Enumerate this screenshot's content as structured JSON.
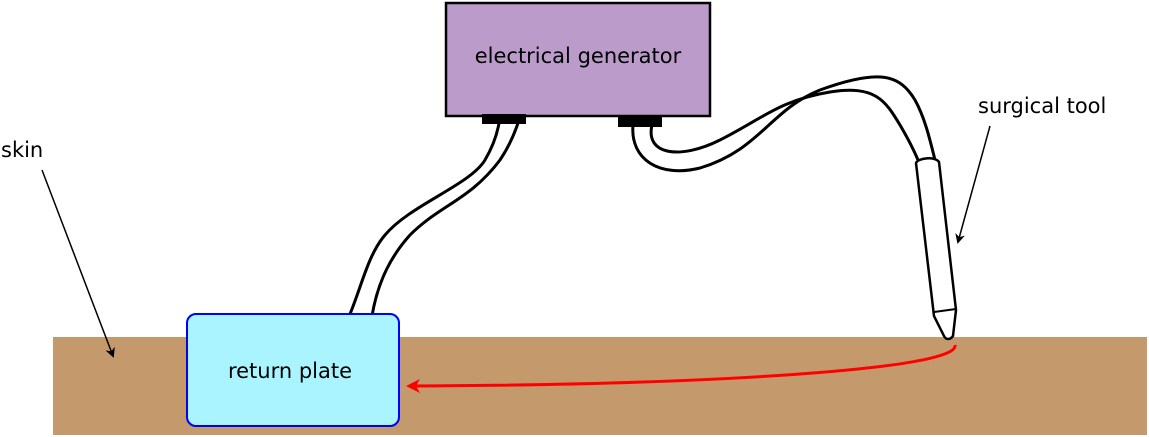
{
  "labels": {
    "generator": "electrical generator",
    "return_plate": "return plate",
    "skin": "skin",
    "surgical_tool": "surgical tool"
  },
  "colors": {
    "skin": "#c49a6c",
    "generator": "#bb9bca",
    "return_plate": "#aaf4ff",
    "return_plate_border": "#0000ff",
    "current_arrow": "#ff0000"
  }
}
